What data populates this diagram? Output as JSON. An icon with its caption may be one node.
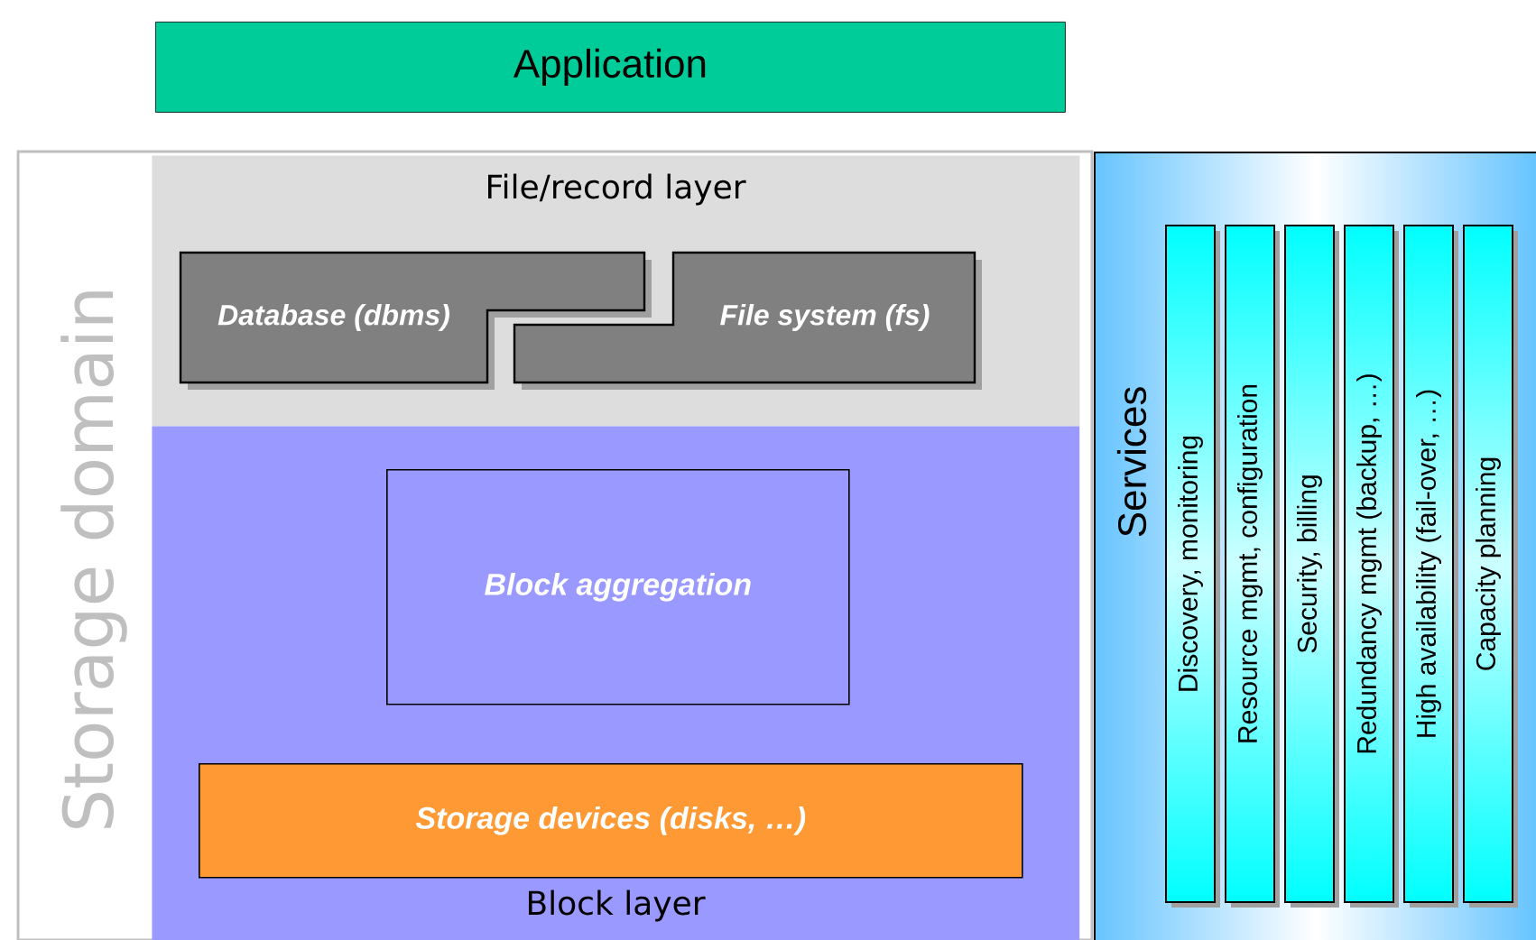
{
  "diagram": {
    "nodes": [
      {
        "text": [
          "Application"
        ]
      },
      {
        "text": [
          "Storage domain"
        ]
      },
      {
        "text": [
          "File/record layer"
        ],
        "in": 1
      },
      {
        "text": [
          "Database (dbms)"
        ],
        "in": 2
      },
      {
        "text": [
          "File system (fs)"
        ],
        "in": 2
      },
      {
        "text": [
          "Block layer"
        ],
        "in": 1
      },
      {
        "text": [
          "Block aggregation"
        ],
        "in": 5
      },
      {
        "text": [
          "Storage devices (disks, …)"
        ],
        "in": 5
      },
      {
        "text": [
          "Services"
        ]
      },
      {
        "text": [
          "Discovery, monitoring"
        ],
        "in": 8
      },
      {
        "text": [
          "Resource mgmt, configuration"
        ],
        "in": 8
      },
      {
        "text": [
          "Security, billing"
        ],
        "in": 8
      },
      {
        "text": [
          "Redundancy mgmt (backup, …)"
        ],
        "in": 8
      },
      {
        "text": [
          "High availability (fail-over, …)"
        ],
        "in": 8
      },
      {
        "text": [
          "Capacity planning"
        ],
        "in": 8
      }
    ]
  }
}
